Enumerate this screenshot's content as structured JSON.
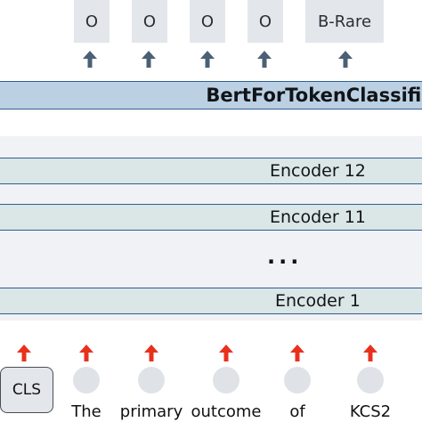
{
  "output_labels": [
    "O",
    "O",
    "O",
    "O",
    "B-Rare"
  ],
  "model_title": "BertForTokenClassificat",
  "encoders": [
    "Encoder 12",
    "Encoder 11",
    "Encoder 1"
  ],
  "ellipsis": "...",
  "cls_token": "CLS",
  "tokens": [
    "The",
    "primary",
    "outcome",
    "of",
    "KCS2"
  ],
  "colors": {
    "output_arrow": "#4a6076",
    "input_arrow": "#e8311d",
    "bert_bar": "#bcd0e3",
    "encoder_band": "#dbe6e6",
    "band_border": "#2e5f92"
  }
}
